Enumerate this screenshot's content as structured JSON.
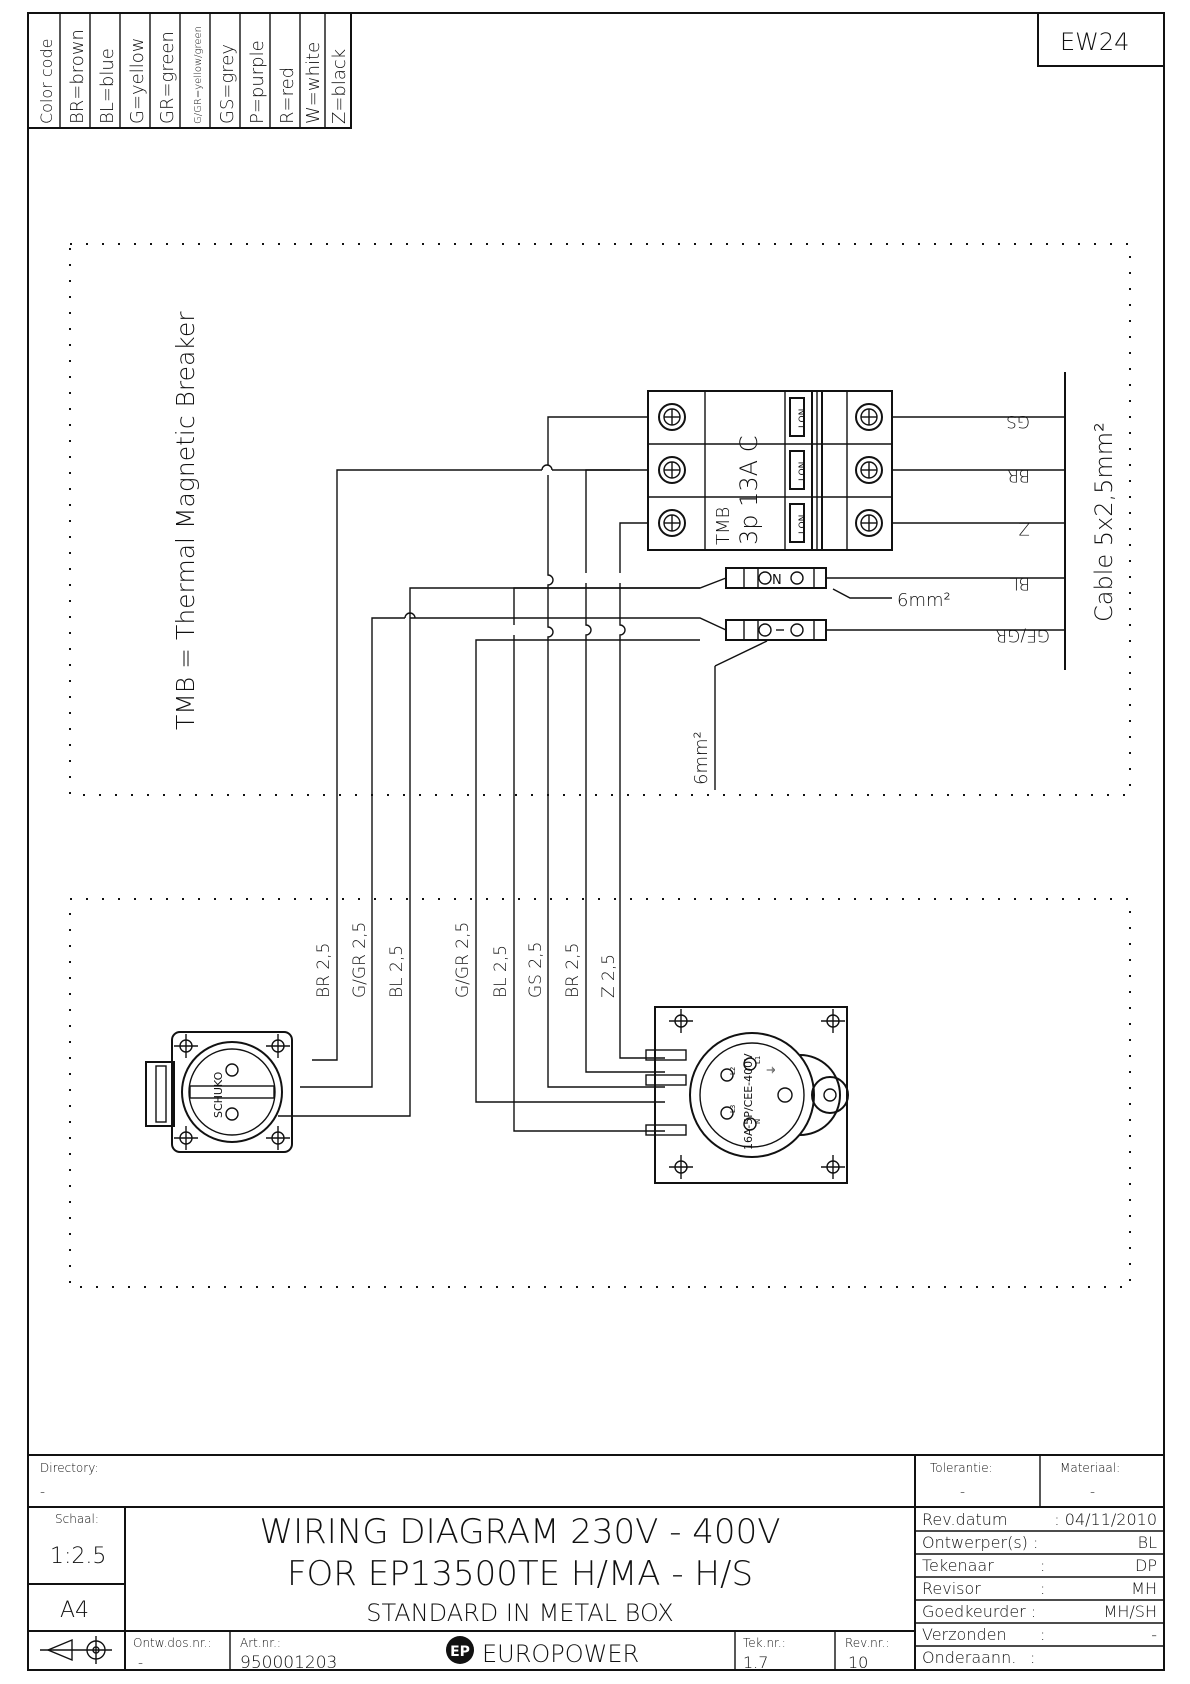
{
  "sheet_code": "EW24",
  "color_code": {
    "title": "Color code",
    "items": [
      "BR=brown",
      "BL=blue",
      "G=yellow",
      "GR=green",
      "G/GR=yellow/green",
      "GS=grey",
      "P=purple",
      "R=red",
      "W=white",
      "Z=black"
    ]
  },
  "legend_tmb": "TMB = Thermal Magnetic Breaker",
  "cable_label": "Cable 5x2,5mm²",
  "incoming_wires": [
    "GS",
    "BR",
    "Z",
    "BL",
    "GE/GR"
  ],
  "breaker": {
    "label_line1": "TMB",
    "label_line2": "3p 13A C",
    "on_label": "I  ON"
  },
  "terminal_n": "N",
  "cross_section_top": "6mm²",
  "cross_section_bottom": "6mm²",
  "socket_left": {
    "name": "SCHUKO",
    "wires": [
      "BR 2,5",
      "G/GR 2,5",
      "BL 2,5"
    ]
  },
  "socket_right": {
    "name": "16A-5P/CEE-400V",
    "pins": [
      "L1",
      "L2",
      "L3",
      "N",
      "⏚"
    ],
    "wires": [
      "G/GR 2,5",
      "BL 2,5",
      "GS 2,5",
      "BR 2,5",
      "Z 2,5"
    ]
  },
  "title_block": {
    "directory_label": "Directory:",
    "directory_value": "-",
    "tolerance_label": "Tolerantie:",
    "tolerance_value": "-",
    "material_label": "Materiaal:",
    "material_value": "-",
    "scale_label": "Schaal:",
    "scale_value": "1:2.5",
    "format": "A4",
    "title_line1": "WIRING DIAGRAM 230V - 400V",
    "title_line2": "FOR EP13500TE H/MA - H/S",
    "title_line3": "STANDARD IN METAL BOX",
    "rev_datum_label": "Rev.datum",
    "rev_datum_value": ": 04/11/2010",
    "ontwerper_label": "Ontwerper(s) :",
    "ontwerper_value": "BL",
    "tekenaar_label": "Tekenaar",
    "tekenaar_value": "DP",
    "revisor_label": "Revisor",
    "revisor_value": "MH",
    "goedkeurder_label": "Goedkeurder :",
    "goedkeurder_value": "MH/SH",
    "verzonden_label": "Verzonden",
    "verzonden_value": "-",
    "onderaann_label": "Onderaann.",
    "colon": ":",
    "ontw_dos_label": "Ontw.dos.nr.:",
    "ontw_dos_value": "-",
    "art_label": "Art.nr.:",
    "art_value": "950001203",
    "brand": "EUROPOWER",
    "tek_label": "Tek.nr.:",
    "tek_value": "1.7",
    "rev_label": "Rev.nr.:",
    "rev_value": "10"
  }
}
